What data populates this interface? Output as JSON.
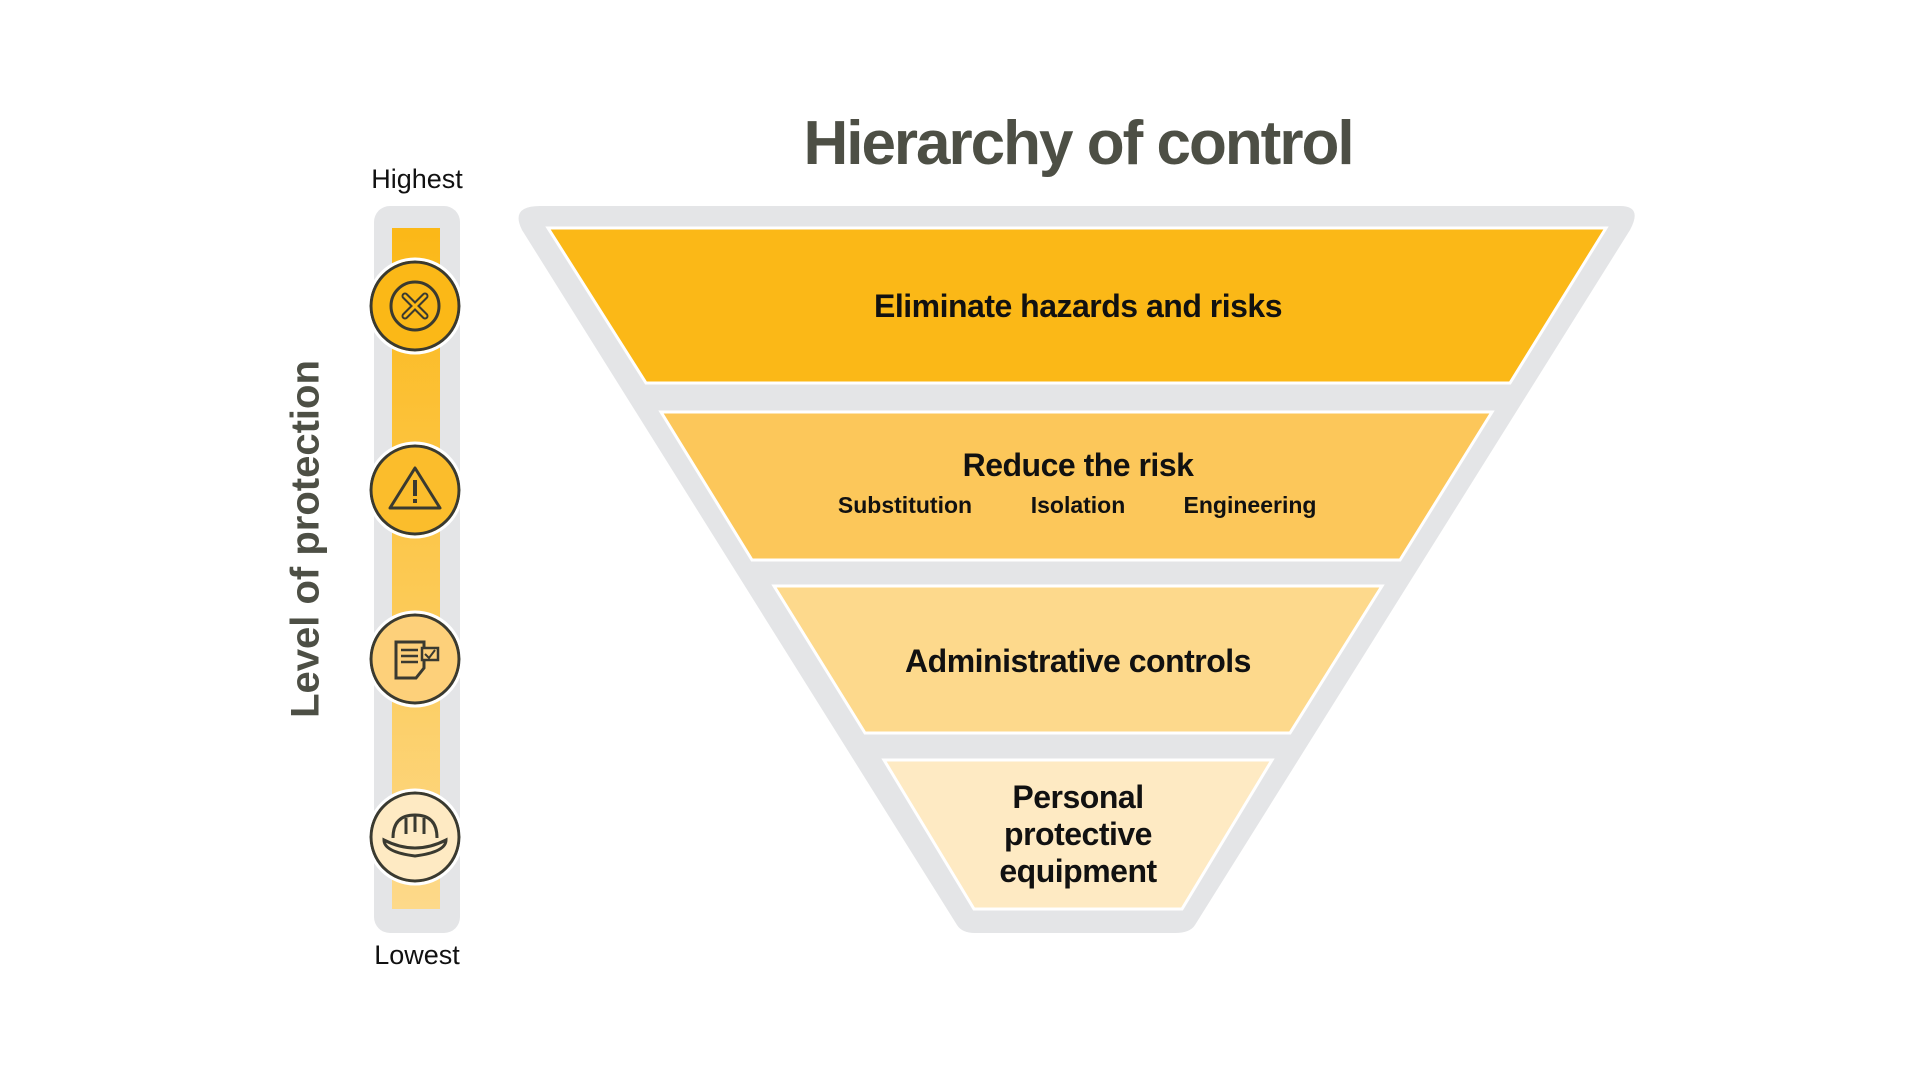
{
  "title": "Hierarchy of control",
  "axis": {
    "label": "Level of protection",
    "highest": "Highest",
    "lowest": "Lowest"
  },
  "levels": [
    {
      "label": "Eliminate hazards and risks",
      "icon": "cancel-circle-icon",
      "color": "#fbb817"
    },
    {
      "label": "Reduce the risk",
      "sub": [
        "Substitution",
        "Isolation",
        "Engineering"
      ],
      "icon": "warning-triangle-icon",
      "color": "#fcc75a"
    },
    {
      "label": "Administrative controls",
      "icon": "document-checklist-icon",
      "color": "#fdd98c"
    },
    {
      "label": "Personal protective equipment",
      "lines": [
        "Personal",
        "protective",
        "equipment"
      ],
      "icon": "hard-hat-icon",
      "color": "#feeac3"
    }
  ],
  "colors": {
    "frame": "#e4e5e7",
    "text": "#4d4f45"
  }
}
